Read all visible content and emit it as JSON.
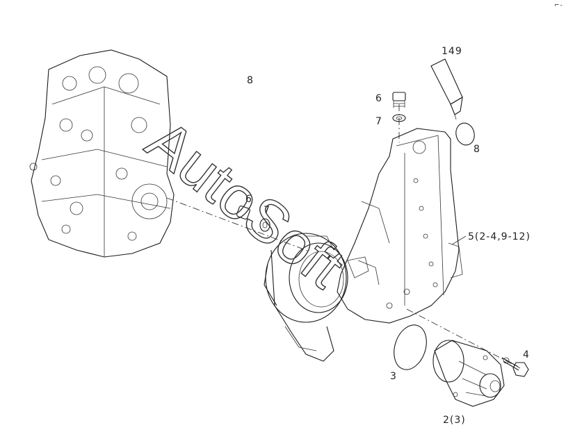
{
  "labels": {
    "l149": "149",
    "l8_top": "8",
    "l6_top": "6",
    "l7_top": "7",
    "l8_right": "8",
    "l6_mid": "6",
    "l7_mid": "7",
    "l5": "5(2-4,9-12)",
    "l4": "4",
    "l3": "3",
    "l2": "2(3)",
    "corner": "⌐-"
  },
  "watermark": "AutoSoft",
  "colors": {
    "ink": "#1a1a1a",
    "background": "#ffffff"
  }
}
